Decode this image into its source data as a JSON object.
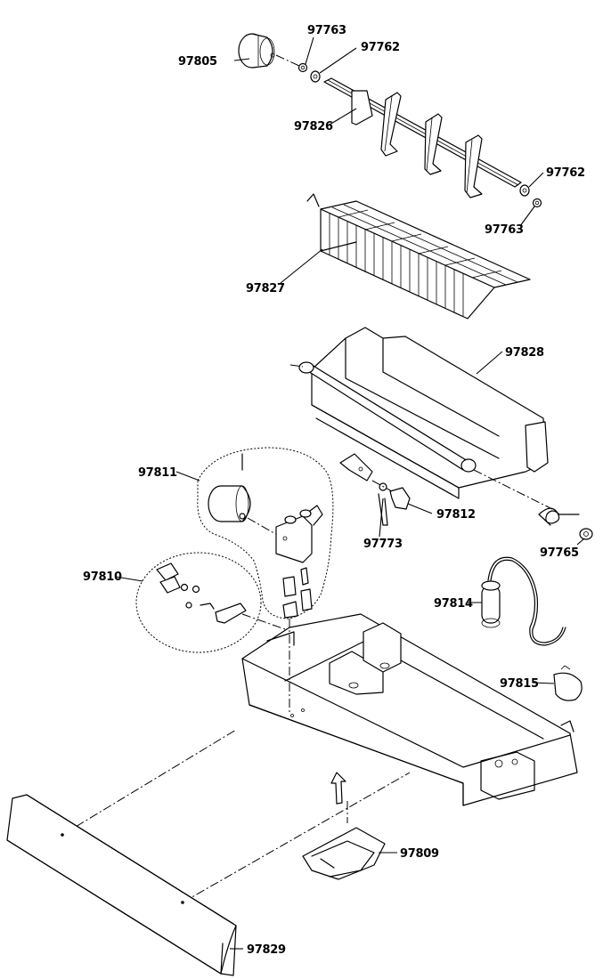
{
  "labels": {
    "p97805": "97805",
    "p97763_top": "97763",
    "p97762_top": "97762",
    "p97826": "97826",
    "p97762_right": "97762",
    "p97763_right": "97763",
    "p97827": "97827",
    "p97828": "97828",
    "p97811": "97811",
    "p97812": "97812",
    "p97773": "97773",
    "p97765": "97765",
    "p97810": "97810",
    "p97814": "97814",
    "p97815": "97815",
    "p97809": "97809",
    "p97829": "97829"
  }
}
